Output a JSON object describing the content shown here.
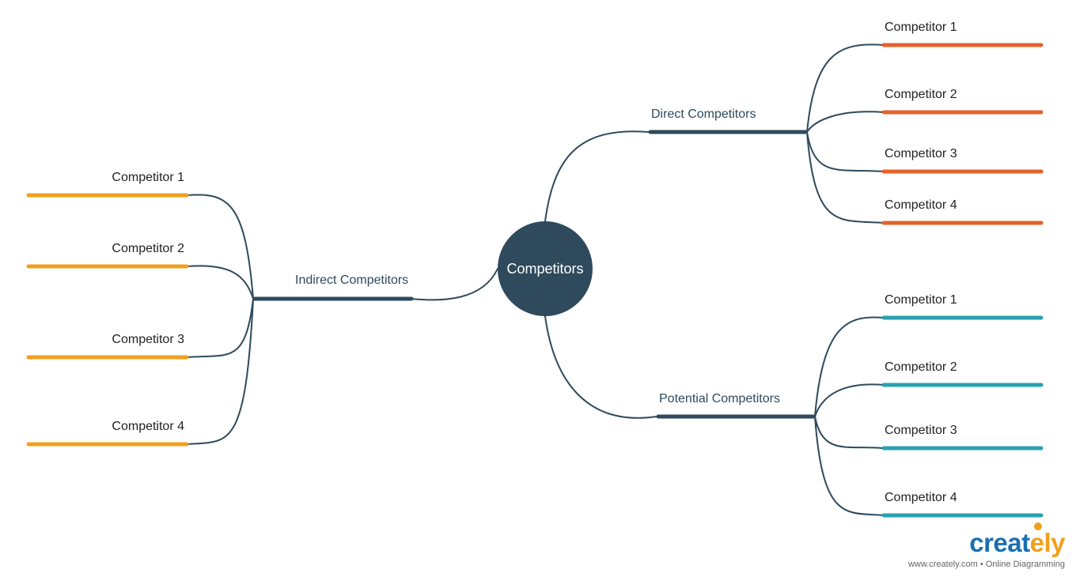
{
  "center": {
    "label": "Competitors"
  },
  "colors": {
    "connector": "#2e4a5c",
    "center_fill": "#2e4a5c",
    "direct": "#e5622b",
    "indirect": "#f0a020",
    "potential": "#2aa0b0"
  },
  "branches": {
    "direct": {
      "label": "Direct Competitors",
      "items": [
        "Competitor 1",
        "Competitor 2",
        "Competitor 3",
        "Competitor 4"
      ]
    },
    "indirect": {
      "label": "Indirect Competitors",
      "items": [
        "Competitor 1",
        "Competitor 2",
        "Competitor 3",
        "Competitor 4"
      ]
    },
    "potential": {
      "label": "Potential Competitors",
      "items": [
        "Competitor 1",
        "Competitor 2",
        "Competitor 3",
        "Competitor 4"
      ]
    }
  },
  "brand": {
    "logo_main": "creat",
    "logo_accent": "ely",
    "tagline": "www.creately.com • Online Diagramming"
  }
}
